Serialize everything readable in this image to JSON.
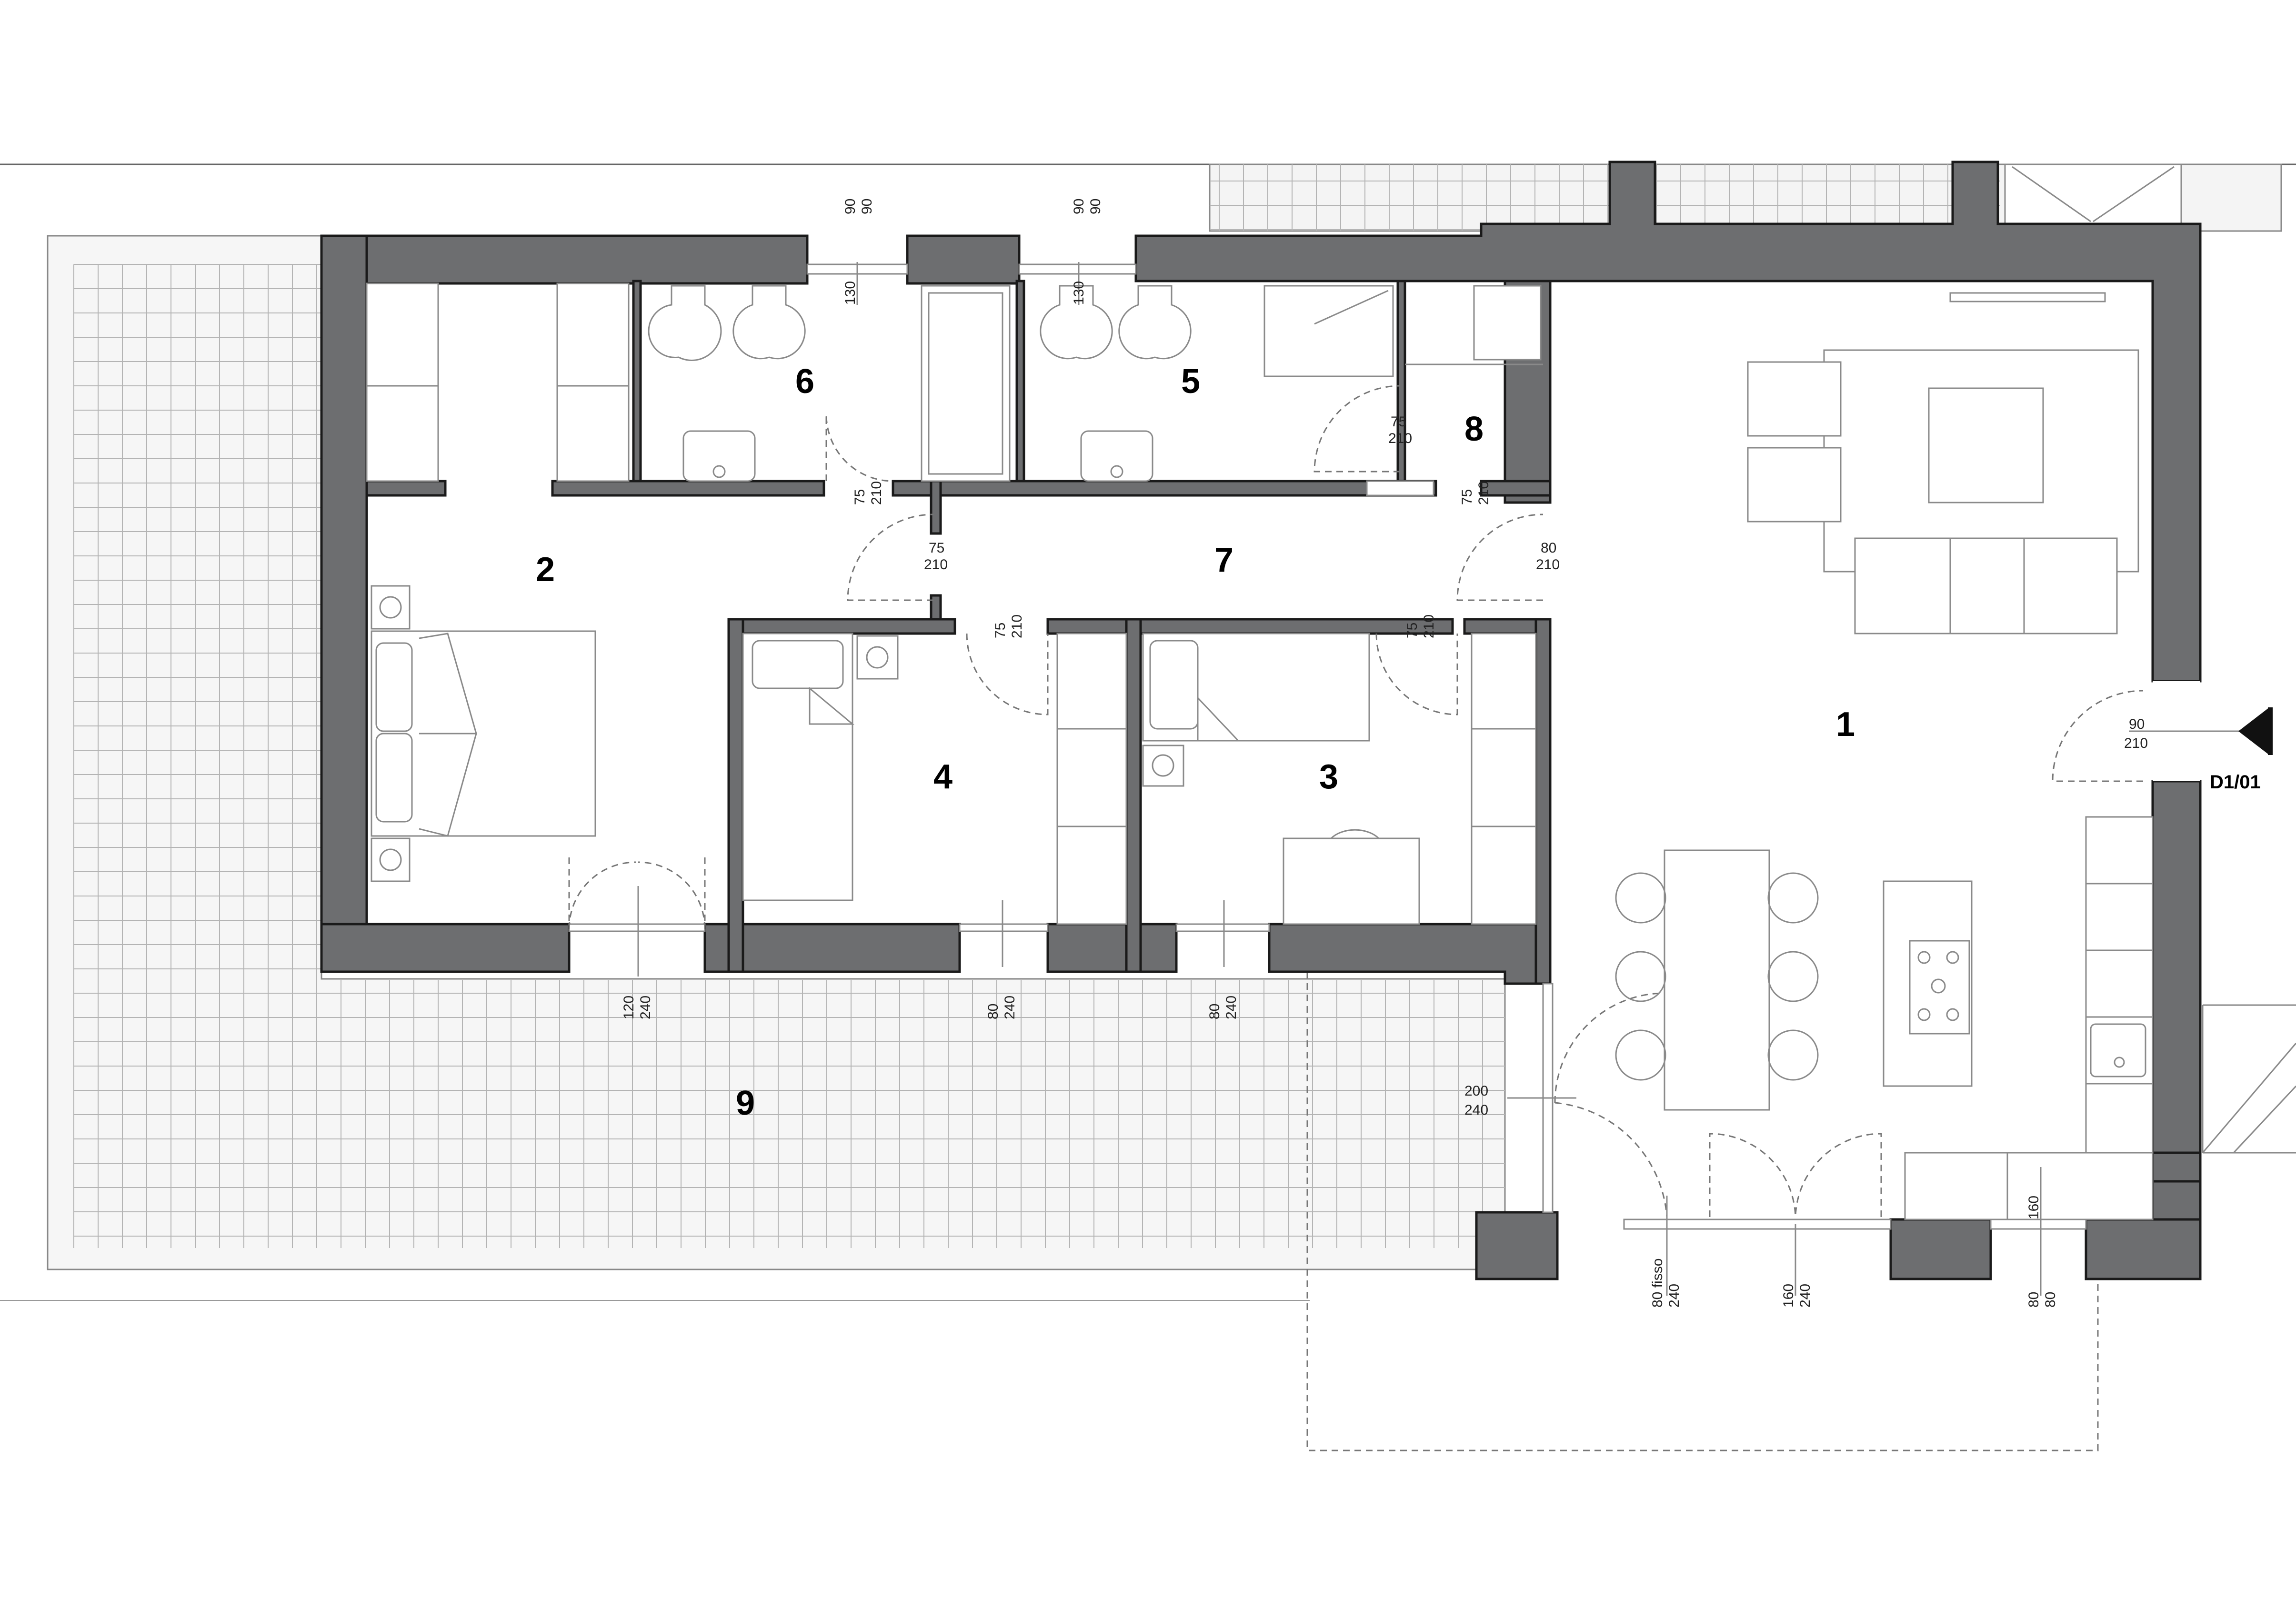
{
  "rooms": [
    "1",
    "2",
    "3",
    "4",
    "5",
    "6",
    "7",
    "8",
    "9"
  ],
  "dims": {
    "win6_a": "90",
    "win6_b": "90",
    "win6_h": "130",
    "win5_a": "90",
    "win5_b": "90",
    "win5_h": "130",
    "d8_w": "75",
    "d8_h": "210",
    "d6_w": "75",
    "d6_h": "210",
    "d8b_w": "75",
    "d8b_h": "210",
    "d2_w": "75",
    "d2_h": "210",
    "d1_w": "80",
    "d1_h": "210",
    "d4_w": "75",
    "d4_h": "210",
    "d3_w": "75",
    "d3_h": "210",
    "entry_w": "90",
    "entry_h": "210",
    "w2_w": "120",
    "w2_h": "240",
    "w4_w": "80",
    "w4_h": "240",
    "w3_w": "80",
    "w3_h": "240",
    "k_door_w": "200",
    "k_door_h": "240",
    "fixed_w": "80 fisso",
    "fixed_h": "240",
    "bal_w": "160",
    "bal_h": "240",
    "kw_a": "80",
    "kw_b": "80",
    "kw_h": "160"
  },
  "section_ref": "D1/01",
  "colors": {
    "wall": "#6d6e70",
    "line": "#8a8a8a",
    "paving": "#b4b4b4"
  },
  "icons": {
    "section_marker": "section-arrow-icon"
  }
}
